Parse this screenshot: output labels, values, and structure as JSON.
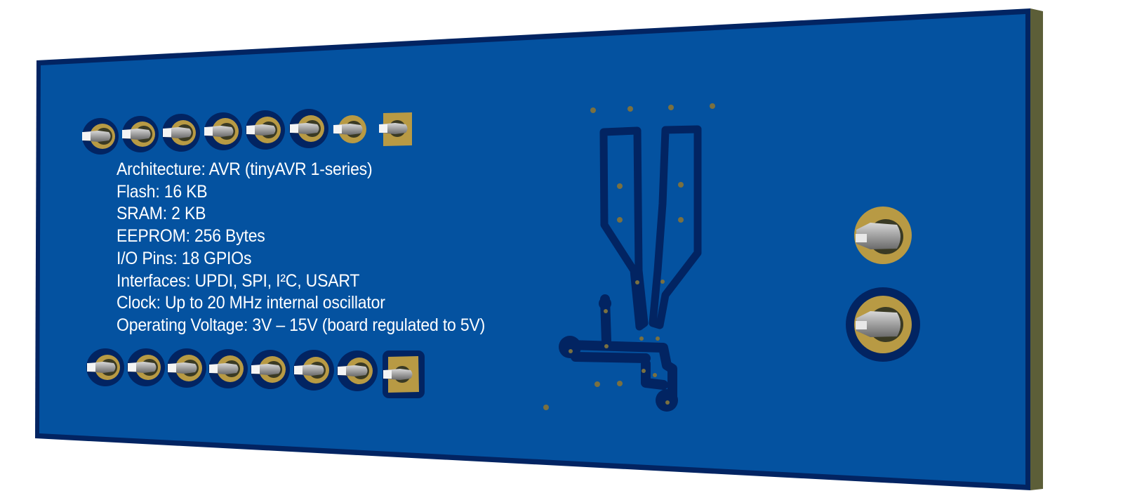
{
  "board": {
    "view": "PCB 3D render - bottom side",
    "colors": {
      "soldermask": "#0452a0",
      "copper_outline": "#022462",
      "pad_gold": "#b89a44",
      "board_edge": "#5c5e38",
      "pin_metal": "#a8a8a8",
      "via": "#7a7040"
    }
  },
  "specs": {
    "items": [
      "Architecture: AVR (tinyAVR 1-series)",
      "Flash: 16 KB",
      "SRAM: 2 KB",
      "EEPROM: 256 Bytes",
      "I/O Pins: 18 GPIOs",
      "Interfaces: UPDI, SPI, I²C, USART",
      "Clock: Up to 20 MHz internal oscillator",
      "Operating Voltage: 3V – 15V (board regulated to 5V)"
    ]
  },
  "headers": {
    "top_row_pin_count": 8,
    "bottom_row_pin_count": 8,
    "power_pin_count": 2
  }
}
